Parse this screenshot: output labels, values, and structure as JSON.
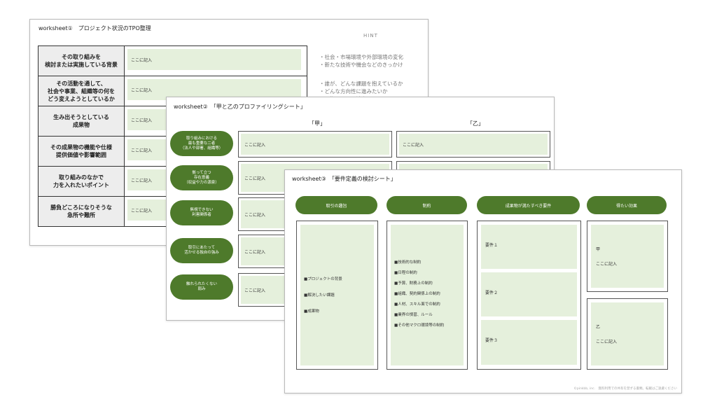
{
  "sheet1": {
    "title": "worksheet①　プロジェクト状況のTPO整理",
    "placeholder": "ここに記入",
    "rows": [
      "その取り組みを\n検討または実施している背景",
      "その活動を通して、\n社会や事業、組織等の何を\nどう変えようとしているか",
      "生み出そうとしている\n成果物",
      "その成果物の機能や仕様\n提供価値や影響範囲",
      "取り組みのなかで\n力を入れたいポイント",
      "勝負どころになりそうな\n急所や難所"
    ],
    "hint_header": "HINT",
    "hints": [
      "・社会・市場環境や外部環境の変化\n・新たな技術や機会などのきっかけ",
      "・誰が、どんな課題を抱えているか\n・どんな方向性に進みたいか\n・目指している社会のアウトカム"
    ]
  },
  "sheet2": {
    "title": "worksheet②　「甲と乙のプロファイリングシート」",
    "col_a": "「甲」",
    "col_b": "「乙」",
    "placeholder": "ここに記入",
    "rows": [
      "取り組みにおける\n最も重要な二者\n（法人や部署、組織等）",
      "拠って立つ\n存在意義\n（収益や力の源泉）",
      "無視できない\n利害関係者",
      "取引にあたって\n活かせる独自の強み",
      "触れられたくない\n弱み"
    ]
  },
  "sheet3": {
    "title": "worksheet③　「要件定義の検討シート」",
    "headers": [
      "取引の趣旨",
      "制約",
      "成果物が満たすべき要件",
      "得たい効果"
    ],
    "col1_items": [
      "■プロジェクトの背景",
      "■解決したい課題",
      "■成果物"
    ],
    "col2_items": [
      "■技術的な制約",
      "■日程の制約",
      "■予算、財務上の制約",
      "■組織、契約関係上の制約",
      "■人材、スキル面での制約",
      "■業界の慣習、ルール",
      "■その他マクロ環境等の制約"
    ],
    "requirements": [
      "要件１",
      "要件２",
      "要件３"
    ],
    "effect_a_label": "甲",
    "effect_b_label": "乙",
    "placeholder": "ここに記入",
    "footer": "©pinkbb, inc.　無料利用での共有を禁ずる書類。転載はご遠慮ください"
  }
}
